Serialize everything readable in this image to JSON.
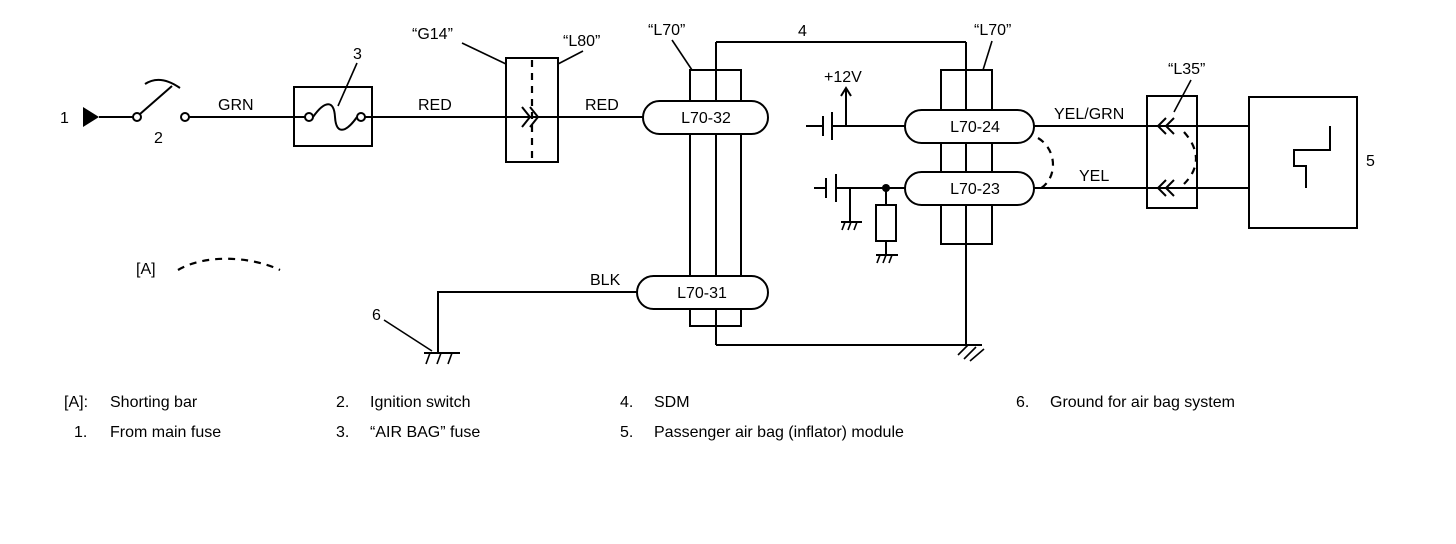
{
  "diagram": {
    "callouts": {
      "c1": "1",
      "c2": "2",
      "c3": "3",
      "c4": "4",
      "c5": "5",
      "c6": "6"
    },
    "connectors": {
      "g14": "“G14”",
      "l80": "“L80”",
      "l70_left": "“L70”",
      "l70_right": "“L70”",
      "l35": "“L35”"
    },
    "wires": {
      "grn": "GRN",
      "red_1": "RED",
      "red_2": "RED",
      "blk": "BLK",
      "yel_grn": "YEL/GRN",
      "yel": "YEL"
    },
    "pins": {
      "p32": "L70-32",
      "p31": "L70-31",
      "p24": "L70-24",
      "p23": "L70-23"
    },
    "supply": "+12V",
    "shorting_bar_key": "[A]"
  },
  "legend": [
    {
      "key": "[A]:",
      "text": "Shorting bar"
    },
    {
      "key": "1.",
      "text": "From main fuse"
    },
    {
      "key": "2.",
      "text": "Ignition switch"
    },
    {
      "key": "3.",
      "text": "“AIR BAG” fuse"
    },
    {
      "key": "4.",
      "text": "SDM"
    },
    {
      "key": "5.",
      "text": "Passenger air bag (inflator) module"
    },
    {
      "key": "6.",
      "text": "Ground for air bag system"
    }
  ]
}
